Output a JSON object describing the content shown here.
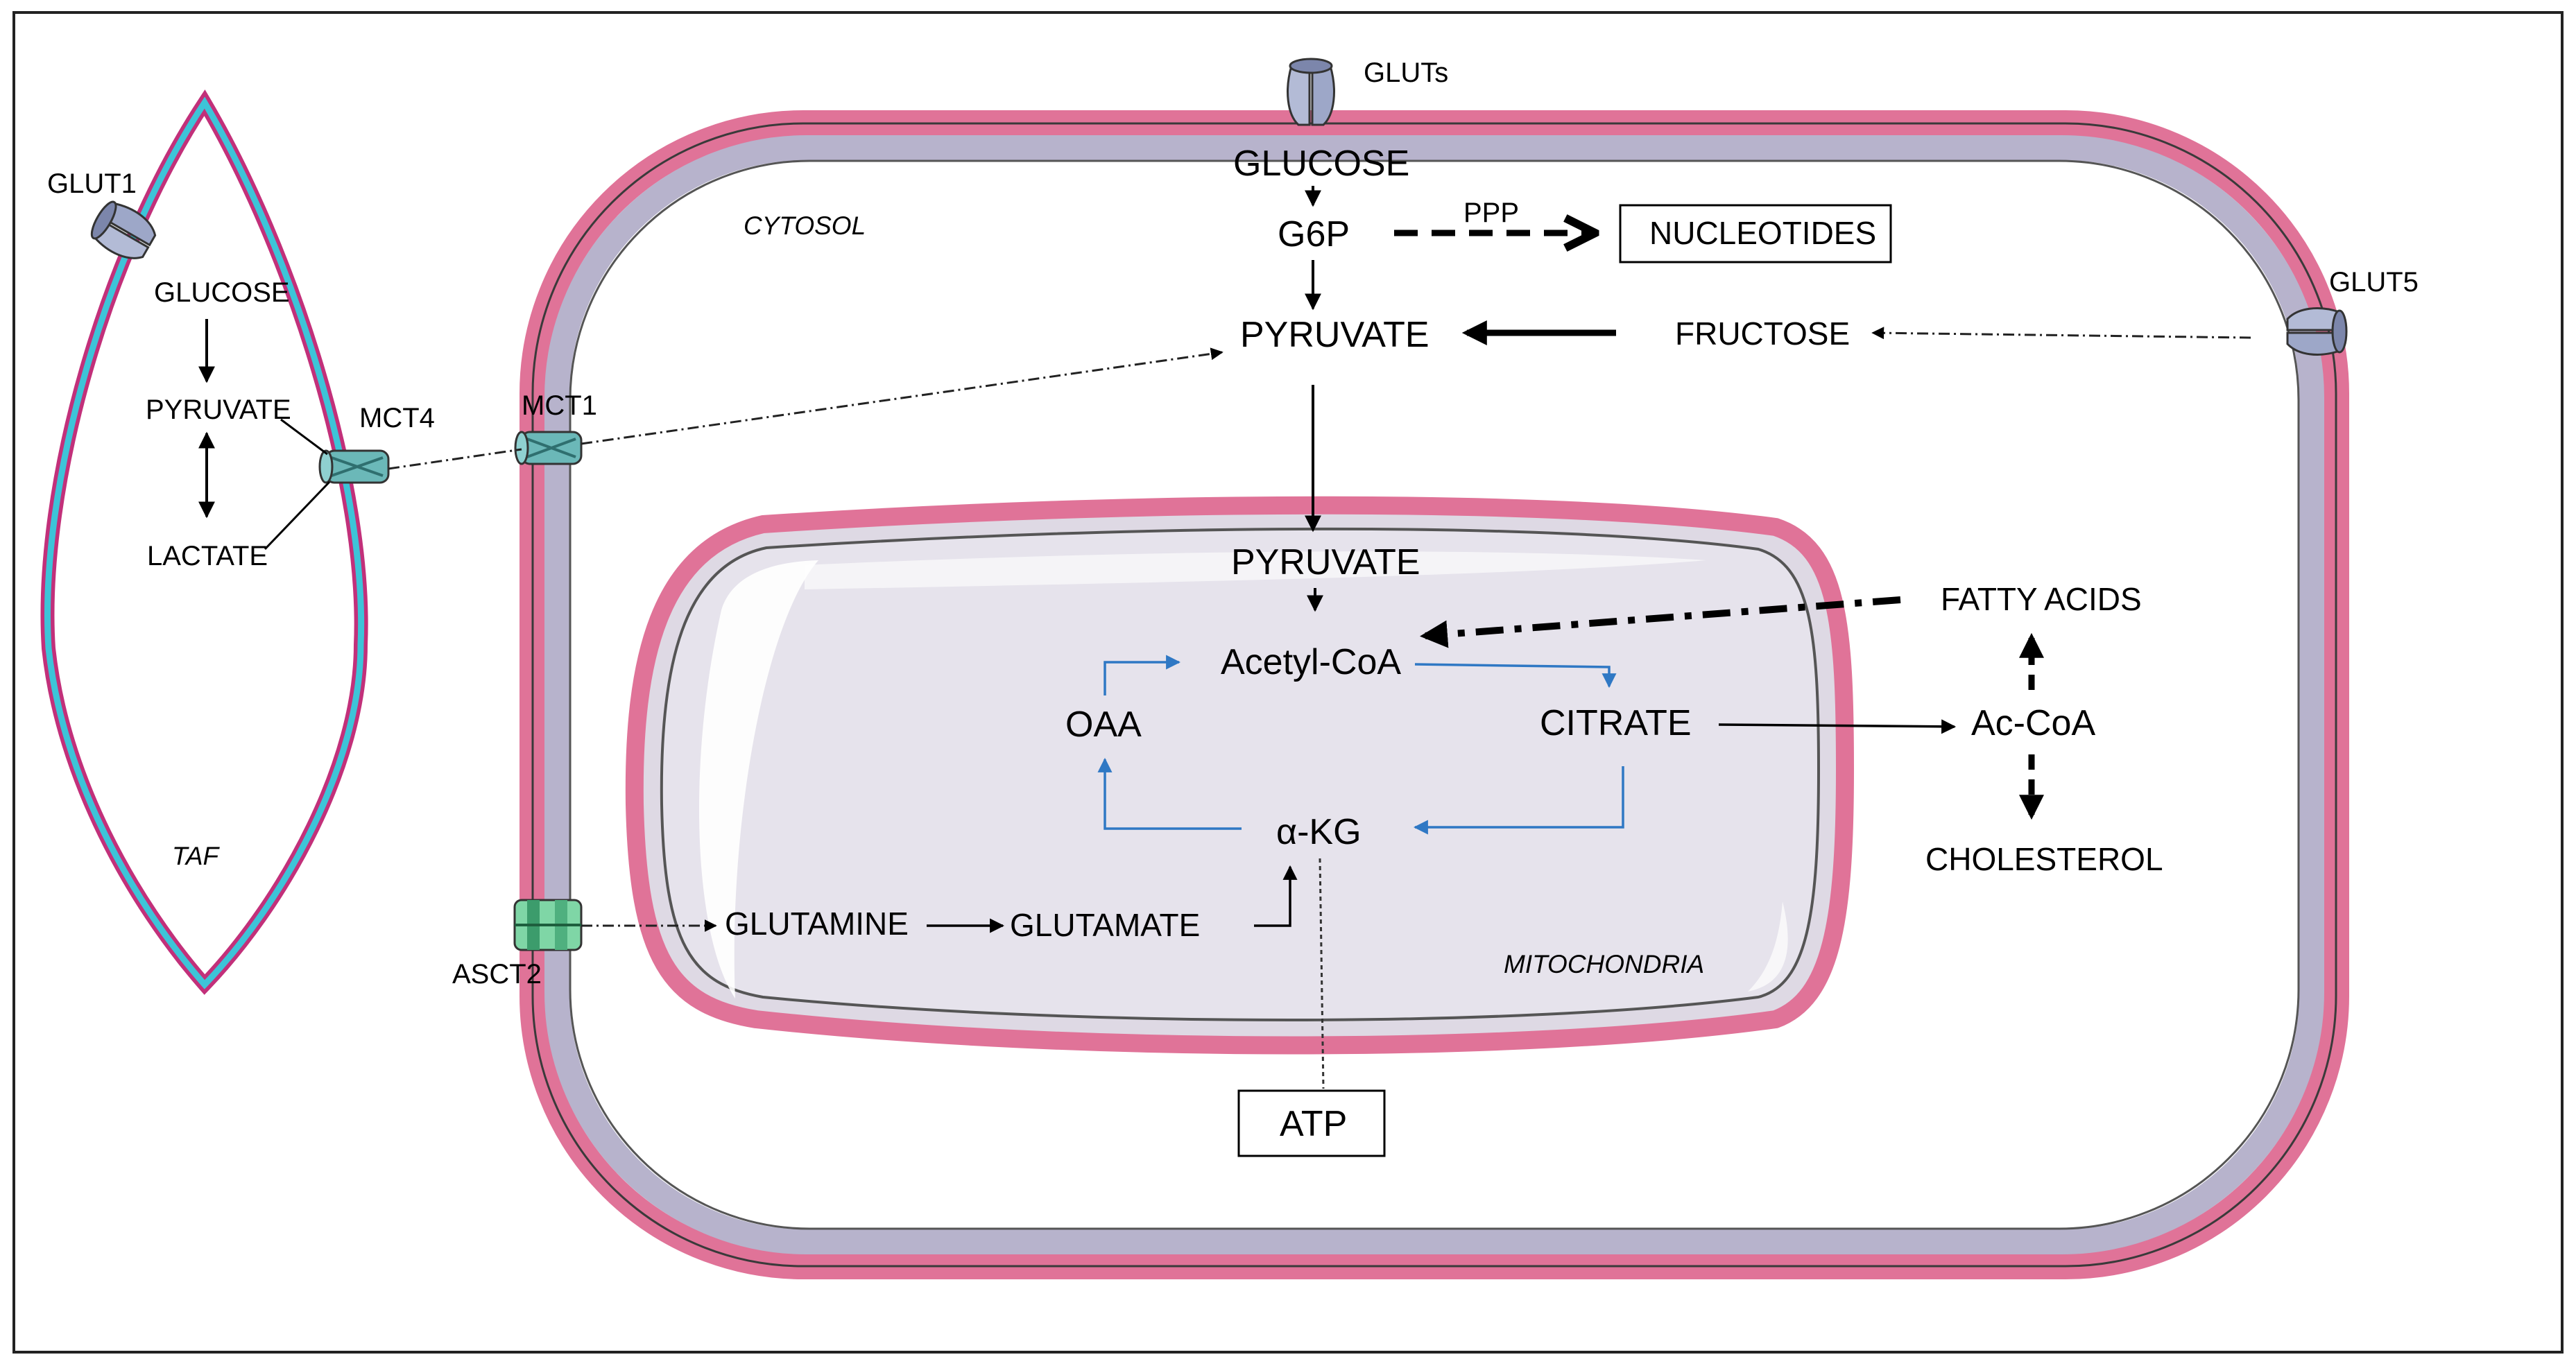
{
  "taf": {
    "label": "TAF",
    "glut1": "GLUT1",
    "glucose": "GLUCOSE",
    "pyruvate": "PYRUVATE",
    "lactate": "LACTATE",
    "mct4": "MCT4"
  },
  "cell": {
    "cytosol": "CYTOSOL",
    "gluts": "GLUTs",
    "glut5": "GLUT5",
    "mct1": "MCT1",
    "asct2": "ASCT2",
    "glucose": "GLUCOSE",
    "g6p": "G6P",
    "ppp": "PPP",
    "nucleotides": "NUCLEOTIDES",
    "pyruvate": "PYRUVATE",
    "fructose": "FRUCTOSE",
    "fatty_acids": "FATTY ACIDS",
    "ac_coa": "Ac-CoA",
    "cholesterol": "CHOLESTEROL",
    "glutamine": "GLUTAMINE",
    "glutamate": "GLUTAMATE",
    "atp": "ATP"
  },
  "mito": {
    "label": "MITOCHONDRIA",
    "pyruvate": "PYRUVATE",
    "acetyl_coa": "Acetyl-CoA",
    "citrate": "CITRATE",
    "oaa": "OAA",
    "akg": "α-KG"
  },
  "colors": {
    "membrane_pink": "#e07398",
    "membrane_lavender": "#b7b3cc",
    "mito_fill": "#e3e0ea",
    "taf_cyan": "#3dc4d8",
    "taf_magenta": "#c2307a",
    "tca_blue": "#2f78c4",
    "transporter_blue": "#9da7c8",
    "transporter_teal": "#6bb8b8",
    "transporter_green": "#7fd6a6"
  }
}
